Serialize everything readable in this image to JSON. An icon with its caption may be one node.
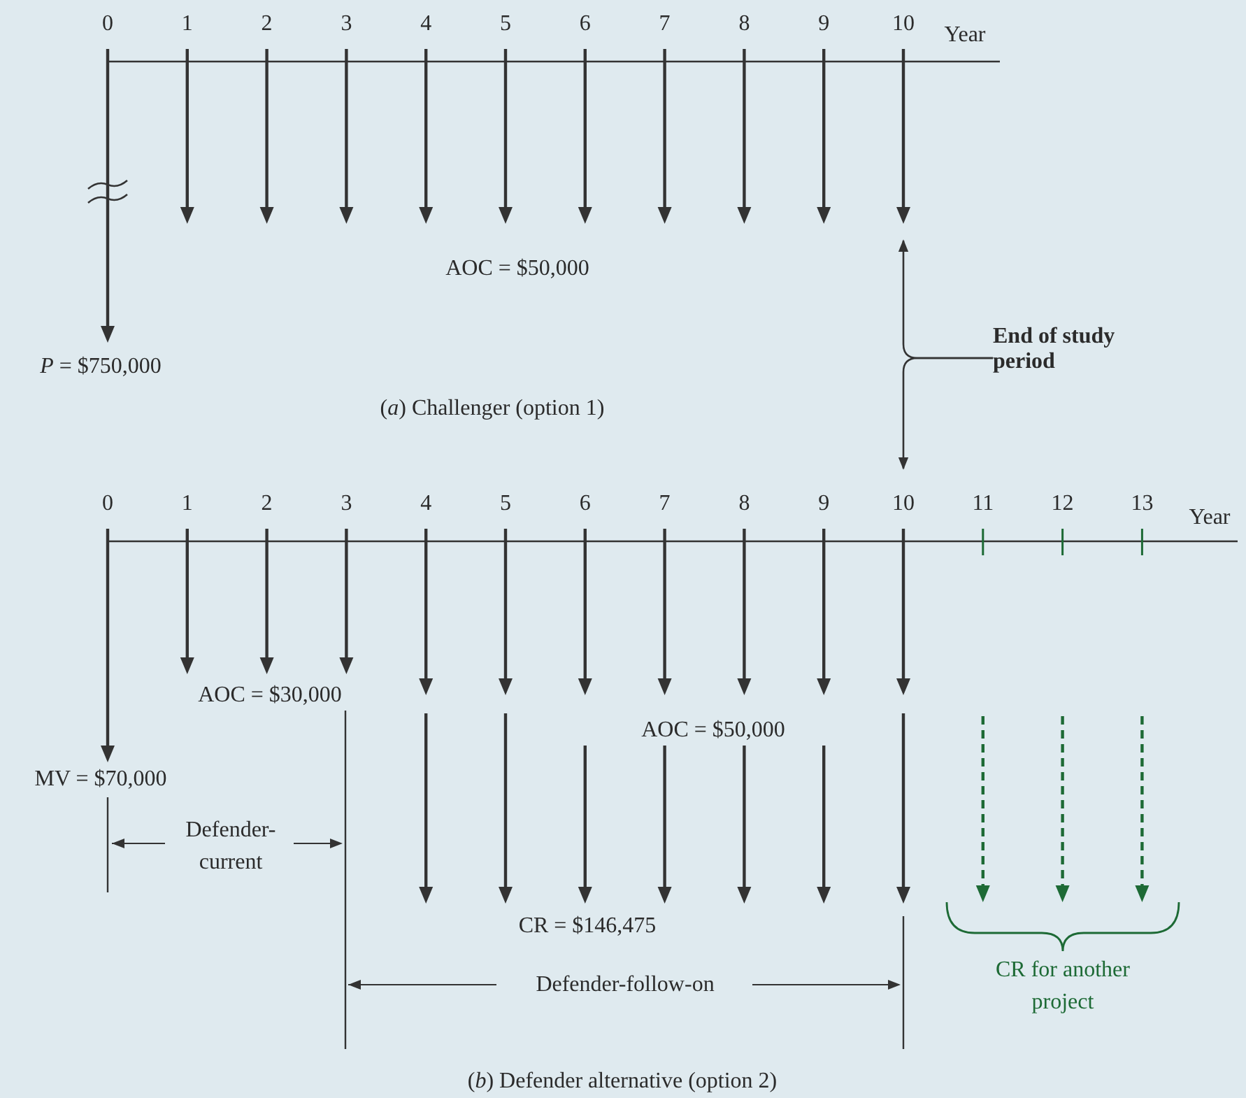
{
  "diagram": {
    "nodes": [
      {
        "text": [
          "End of study period"
        ]
      },
      {
        "text": [
          "10"
        ]
      }
    ],
    "edges": [
      {
        "from": 0,
        "to": null,
        "arrow": "to"
      },
      {
        "from": 0,
        "to": 1,
        "arrow": "to"
      }
    ],
    "labels": [
      "0",
      "1",
      "2",
      "3",
      "4",
      "5",
      "6",
      "7",
      "8",
      "9",
      "10",
      "Year",
      "AOC = $50,000",
      "*P* = $750,000",
      "(*a*) Challenger (option 1)",
      "0",
      "1",
      "2",
      "3",
      "4",
      "5",
      "6",
      "7",
      "8",
      "9",
      "11",
      "12",
      "13",
      "Year",
      "AOC = $30,000",
      "MV = $70,000",
      "Defender-current",
      "AOC = $50,000",
      "CR = $146,475",
      "Defender-follow-on",
      "CR for another project",
      "(*b*) Defender alternative (option 2)"
    ]
  }
}
